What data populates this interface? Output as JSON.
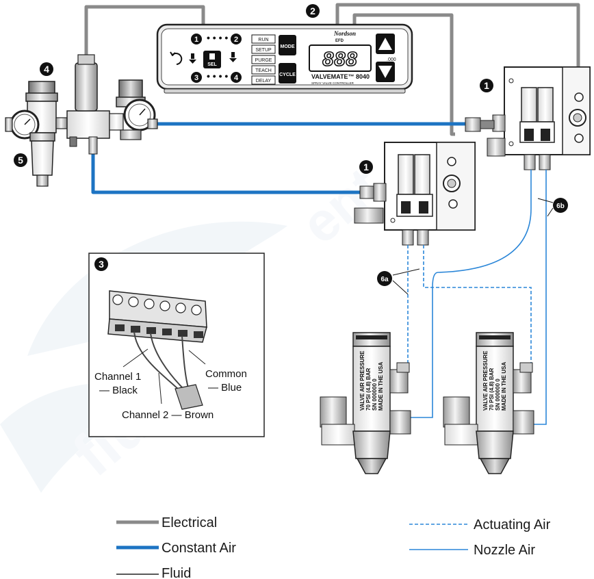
{
  "controller": {
    "brand": "Nordson",
    "sub_brand": "EFD",
    "model_name": "VALVEMATE™ 8040",
    "model_sub": "SPRAY VALVE CONTROLLER",
    "display_value": "888",
    "display_decimal": ".000",
    "menu_items": [
      "RUN",
      "SETUP",
      "PURGE",
      "TEACH",
      "DELAY"
    ],
    "mode_label": "MODE",
    "cycle_label": "CYCLE",
    "sel_label": "SEL",
    "channel_markers": [
      "1",
      "2",
      "3",
      "4"
    ]
  },
  "callouts": {
    "controller": "2",
    "valve_body_right": "1",
    "valve_body_left": "1",
    "filter_regulator": "4",
    "filter_bowl": "5",
    "actuating_line": "6a",
    "nozzle_line": "6b",
    "connector_inset": "3"
  },
  "inset": {
    "wire_labels": {
      "channel1_line1": "Channel 1",
      "channel1_line2": "— Black",
      "common_line1": "Common",
      "common_line2": "— Blue",
      "channel2": "Channel 2 — Brown"
    }
  },
  "valves": {
    "label_lines": [
      "VALVE AIR PRESSURE",
      "70 PSI (4.8) BAR",
      "SN 000000 0",
      "MADE IN THE USA"
    ]
  },
  "legend": {
    "electrical": "Electrical",
    "constant_air": "Constant Air",
    "fluid": "Fluid",
    "actuating_air": "Actuating Air",
    "nozzle_air": "Nozzle Air"
  },
  "colors": {
    "electrical": "#8a8a8a",
    "constant_air": "#1d74c3",
    "fluid": "#222222",
    "actuating_air": "#2a86d8",
    "nozzle_air": "#2a86d8",
    "watermark": "#e8eef5"
  }
}
